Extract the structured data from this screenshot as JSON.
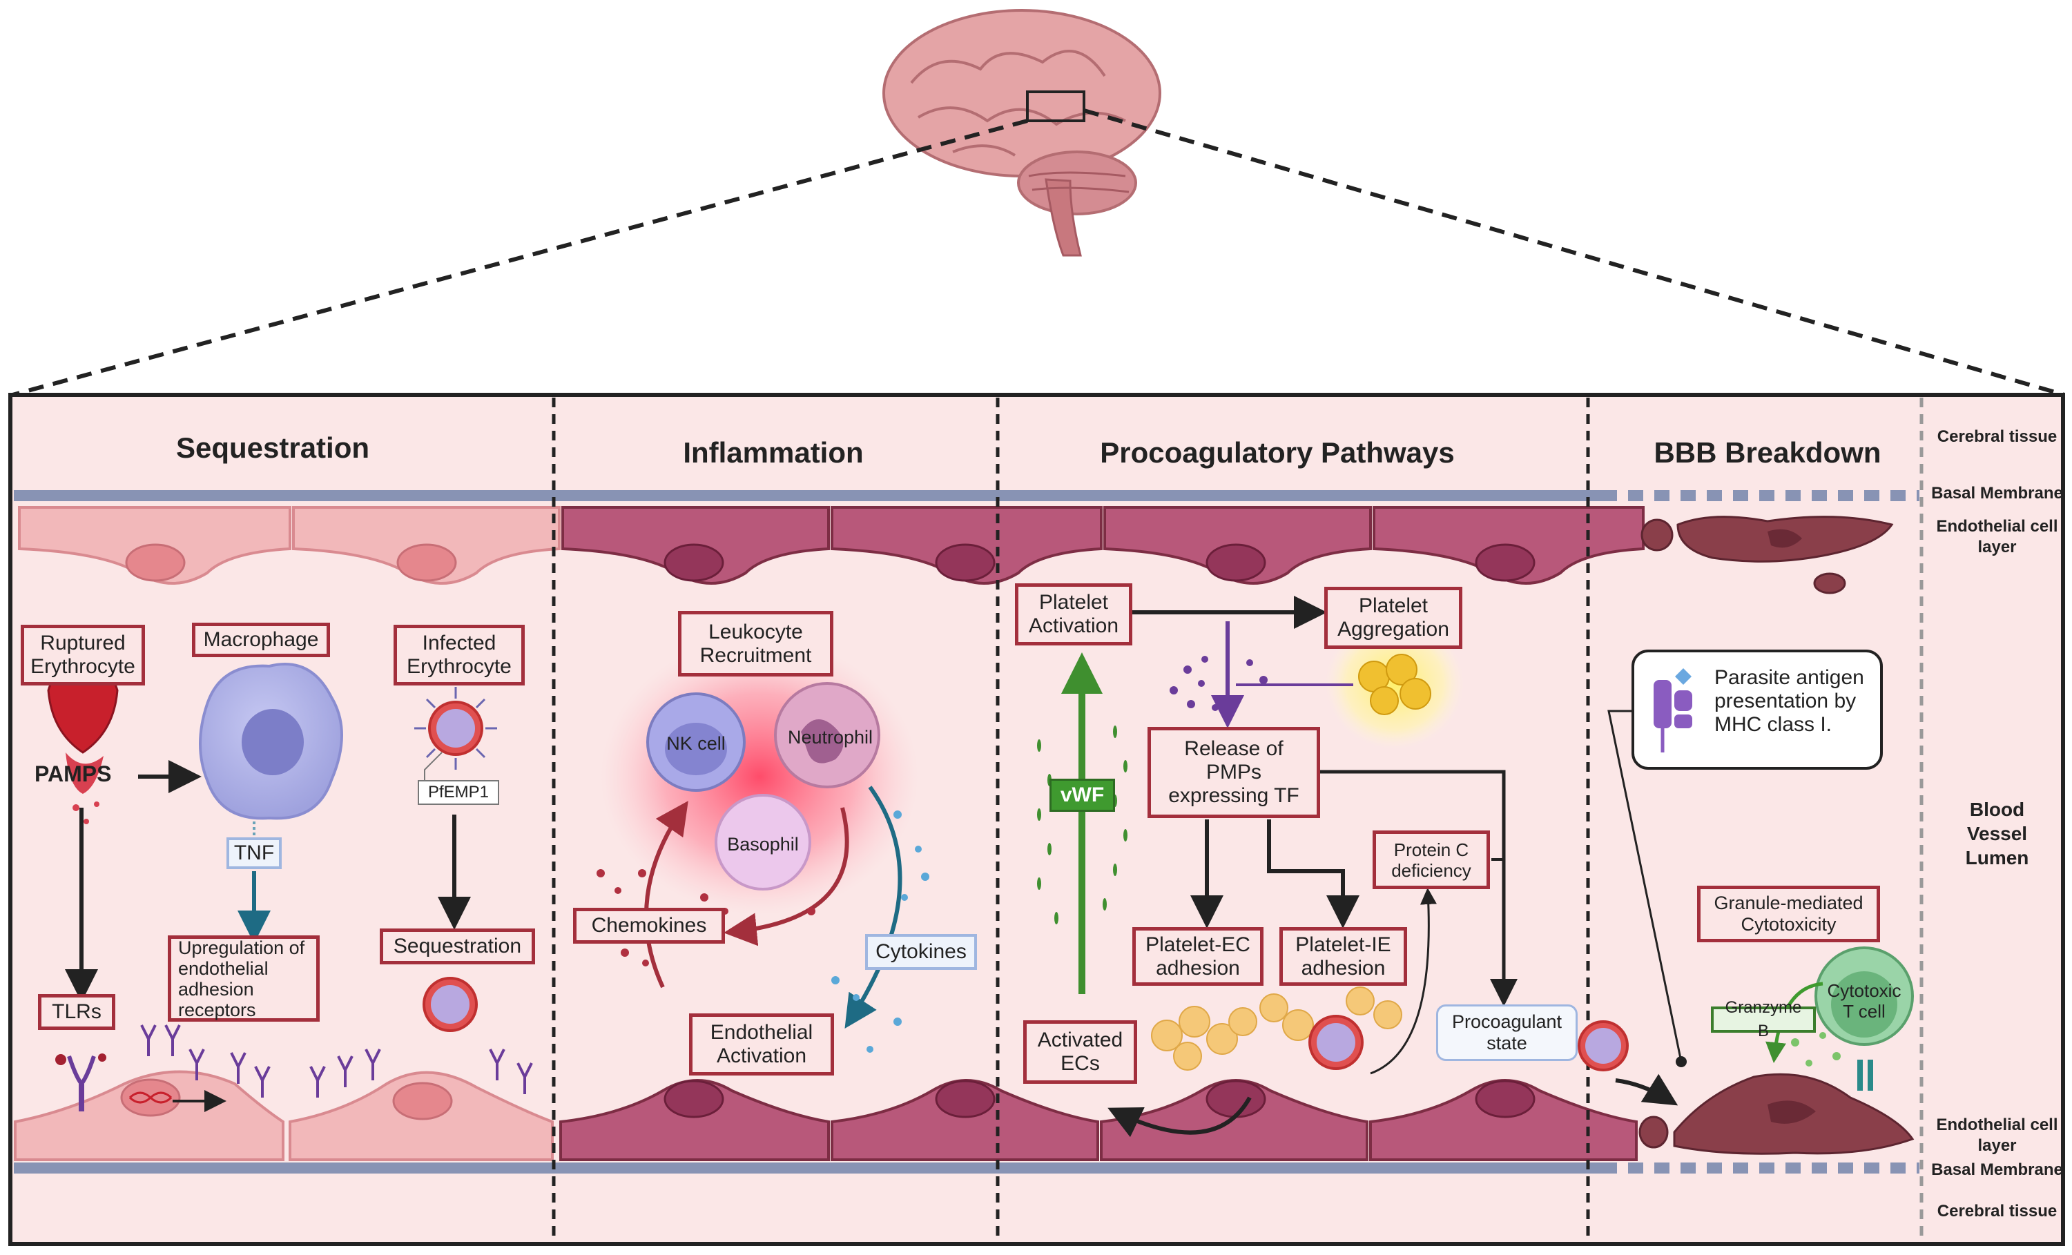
{
  "sections": {
    "sequestration": "Sequestration",
    "inflammation": "Inflammation",
    "procoagulatory": "Procoagulatory Pathways",
    "bbb": "BBB Breakdown"
  },
  "side_labels": {
    "cerebral_top": "Cerebral tissue",
    "basal_top": "Basal Membrane",
    "endo_top": "Endothelial cell\nlayer",
    "lumen": "Blood\nVessel\nLumen",
    "endo_bottom": "Endothelial cell\nlayer",
    "basal_bottom": "Basal Membrane",
    "cerebral_bottom": "Cerebral tissue"
  },
  "sequestration": {
    "ruptured": "Ruptured\nErythrocyte",
    "macrophage": "Macrophage",
    "infected": "Infected\nErythrocyte",
    "pamps": "PAMPS",
    "pfemp1": "PfEMP1",
    "tnf": "TNF",
    "upregulation": "Upregulation of\nendothelial\nadhesion receptors",
    "tlrs": "TLRs",
    "sequestration_box": "Sequestration"
  },
  "inflammation": {
    "leukocyte": "Leukocyte\nRecruitment",
    "nk": "NK cell",
    "neutrophil": "Neutrophil",
    "basophil": "Basophil",
    "chemokines": "Chemokines",
    "cytokines": "Cytokines",
    "endothelial_activation": "Endothelial\nActivation"
  },
  "procoag": {
    "platelet_activation": "Platelet\nActivation",
    "platelet_aggregation": "Platelet\nAggregation",
    "release": "Release of\nPMPs\nexpressing TF",
    "vwf": "vWF",
    "protein_c": "Protein C\ndeficiency",
    "platelet_ec": "Platelet-EC\nadhesion",
    "platelet_ie": "Platelet-IE\nadhesion",
    "activated_ecs": "Activated\nECs",
    "procoagulant": "Procoagulant\nstate"
  },
  "bbb": {
    "antigen": "Parasite antigen\npresentation by\nMHC class I.",
    "granule": "Granule-mediated\nCytotoxicity",
    "granzyme": "Granzyme B",
    "tcell": "Cytotoxic\nT cell"
  },
  "colors": {
    "border_red": "#a32f3c",
    "label_fill": "#fbe6e6",
    "lumen_bg": "#fbe7e7",
    "membrane_blue": "#8893b4",
    "endo_light": "#f2b8ba",
    "endo_dark": "#b8587a",
    "endo_damaged": "#8a3f4a",
    "vwf_green": "#3f8f2f",
    "cytokine_blue": "#5aa8d8",
    "chemokine_red": "#b03040"
  },
  "icons": [
    "brain-icon",
    "macrophage-icon",
    "erythrocyte-icon",
    "infected-erythrocyte-icon",
    "nk-cell-icon",
    "neutrophil-icon",
    "basophil-icon",
    "platelet-icon",
    "mhc-receptor-icon",
    "t-cell-icon",
    "dna-icon"
  ]
}
